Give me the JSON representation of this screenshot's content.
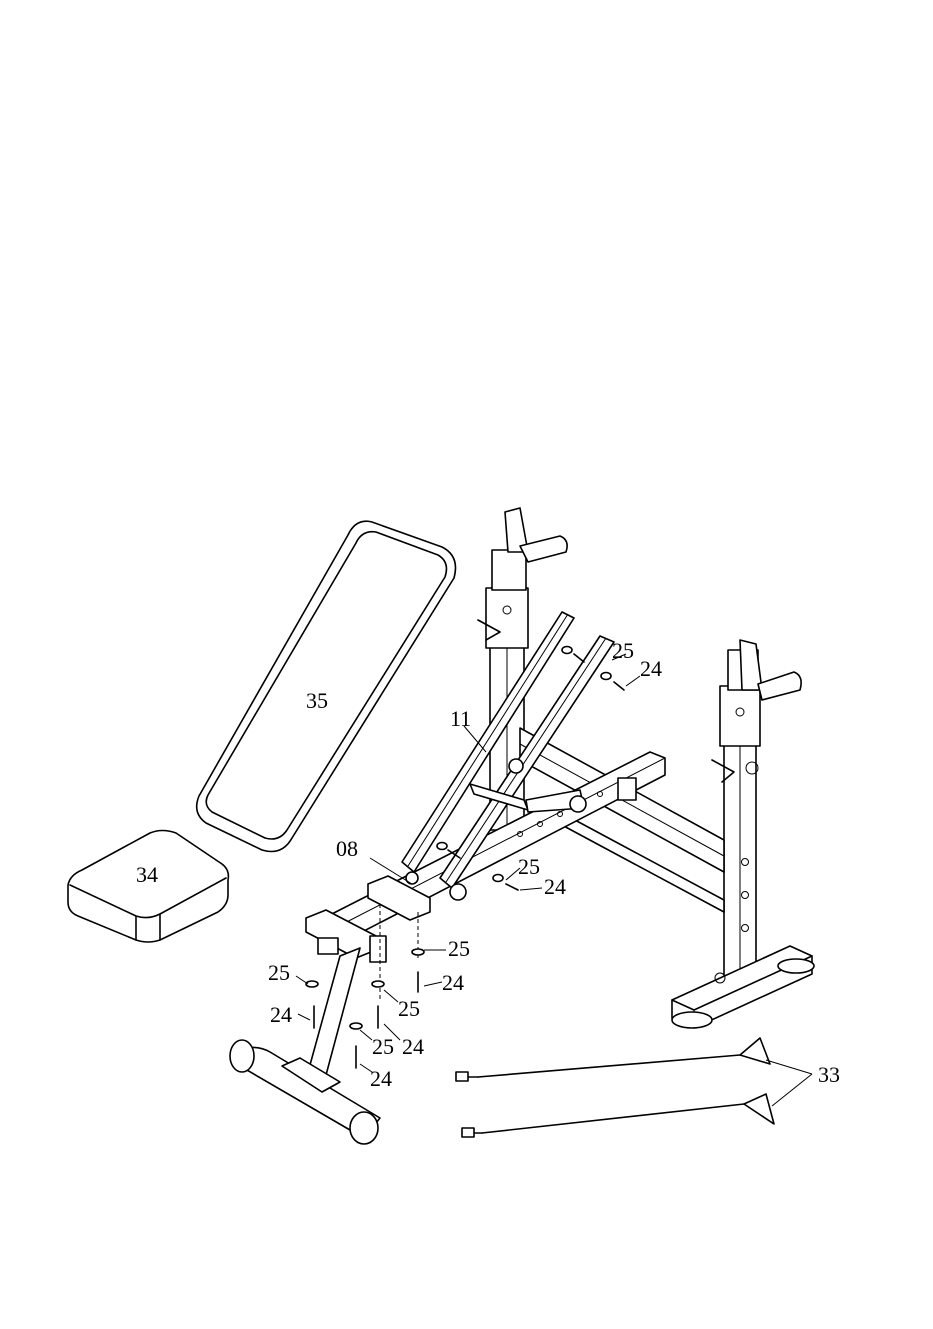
{
  "diagram": {
    "parts": [
      {
        "id": "seat_pad",
        "label": "34"
      },
      {
        "id": "backrest_pad",
        "label": "35"
      },
      {
        "id": "backrest_frame",
        "label": "11"
      },
      {
        "id": "front_frame",
        "label": "08"
      },
      {
        "id": "resistance_bands",
        "label": "33"
      }
    ],
    "callouts": {
      "c35": "35",
      "c34": "34",
      "c11": "11",
      "c08": "08",
      "c33": "33",
      "c25a": "25",
      "c24a": "24",
      "c25b": "25",
      "c24b": "24",
      "c25c": "25",
      "c24c": "24",
      "c25d": "25",
      "c24d": "24",
      "c25e": "25",
      "c24e": "24",
      "c25f": "25",
      "c24f": "24"
    }
  }
}
